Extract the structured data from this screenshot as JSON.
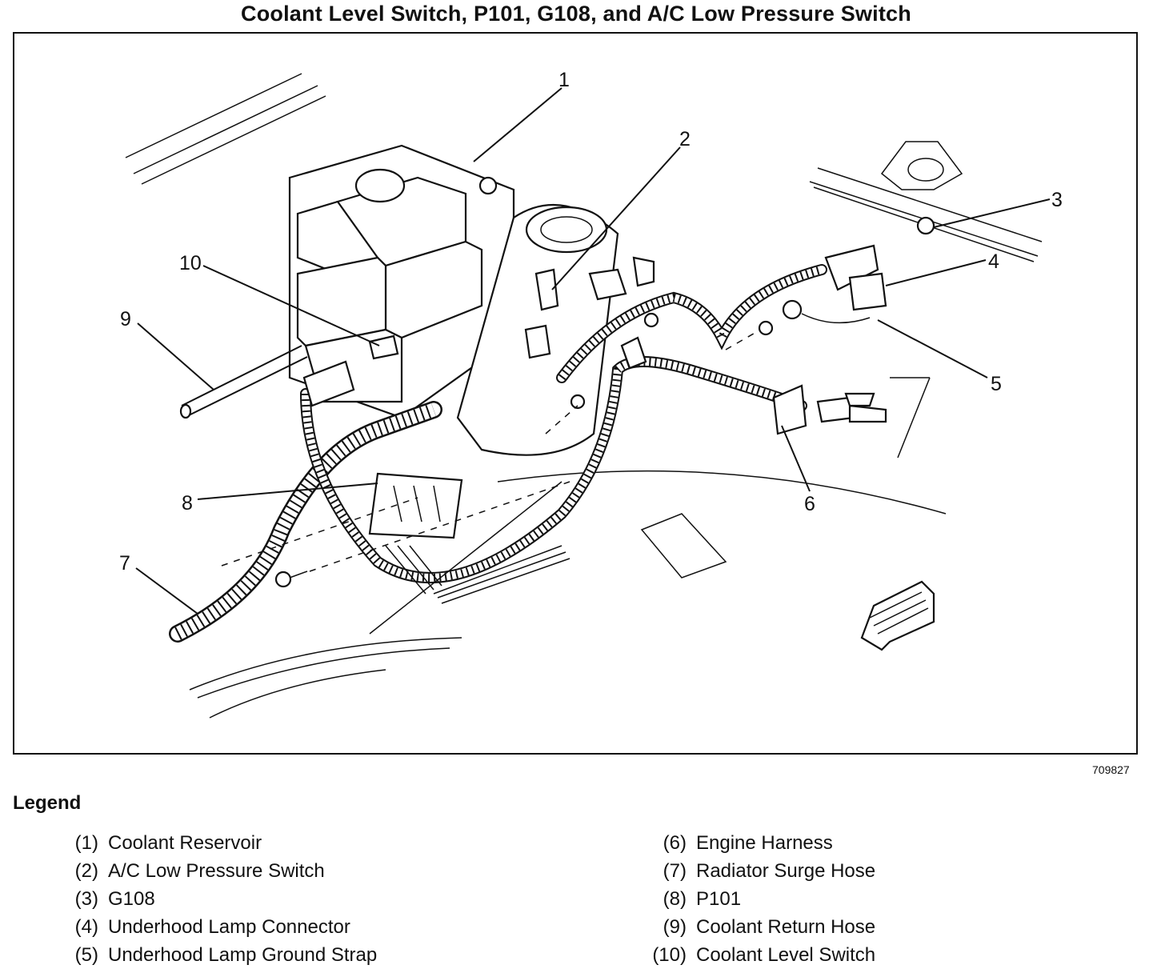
{
  "title": "Coolant Level Switch, P101, G108, and A/C Low Pressure Switch",
  "figure_code": "709827",
  "callouts": [
    "1",
    "2",
    "3",
    "4",
    "5",
    "6",
    "7",
    "8",
    "9",
    "10"
  ],
  "legend": {
    "title": "Legend",
    "items": [
      {
        "num": "(1)",
        "label": "Coolant Reservoir"
      },
      {
        "num": "(2)",
        "label": "A/C Low Pressure Switch"
      },
      {
        "num": "(3)",
        "label": "G108"
      },
      {
        "num": "(4)",
        "label": "Underhood Lamp Connector"
      },
      {
        "num": "(5)",
        "label": "Underhood Lamp Ground Strap"
      },
      {
        "num": "(6)",
        "label": "Engine Harness"
      },
      {
        "num": "(7)",
        "label": "Radiator Surge Hose"
      },
      {
        "num": "(8)",
        "label": "P101"
      },
      {
        "num": "(9)",
        "label": "Coolant Return Hose"
      },
      {
        "num": "(10)",
        "label": "Coolant Level Switch"
      }
    ]
  }
}
